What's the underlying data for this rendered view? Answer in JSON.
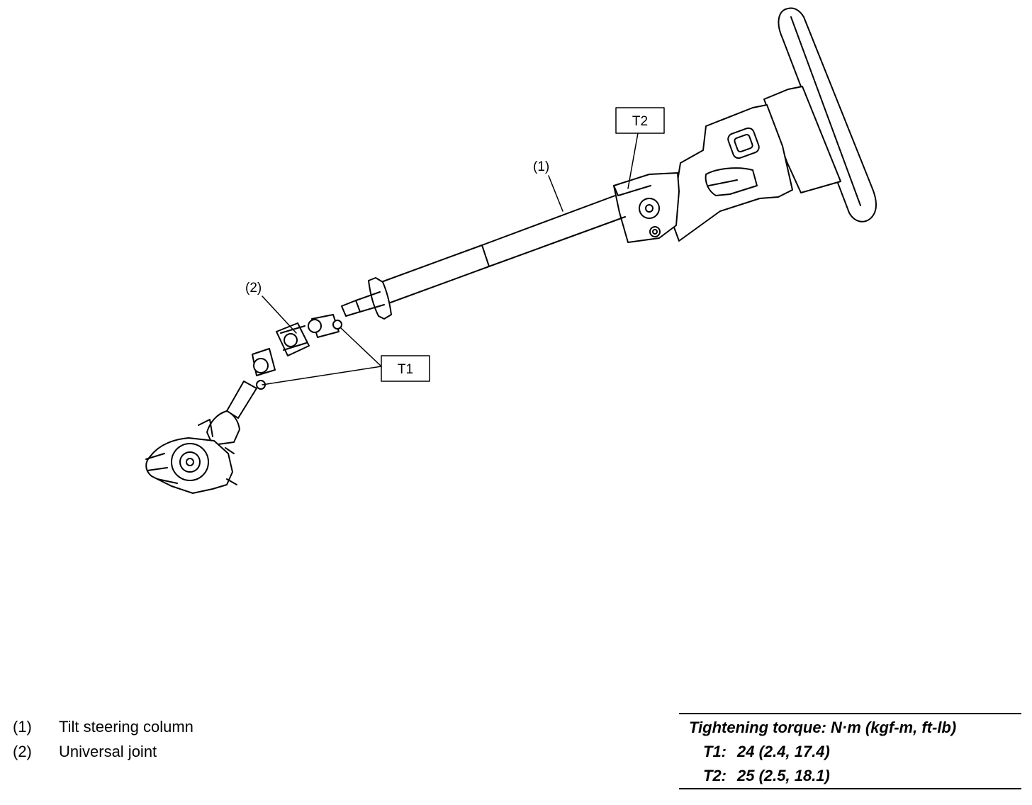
{
  "callouts": {
    "item1": "(1)",
    "item2": "(2)",
    "t1": "T1",
    "t2": "T2"
  },
  "legend": [
    {
      "num": "(1)",
      "text": "Tilt steering column"
    },
    {
      "num": "(2)",
      "text": "Universal joint"
    }
  ],
  "torque": {
    "title": "Tightening torque: N·m (kgf-m, ft-lb)",
    "rows": [
      {
        "key": "T1:",
        "value": "24 (2.4, 17.4)"
      },
      {
        "key": "T2:",
        "value": "25 (2.5, 18.1)"
      }
    ]
  }
}
